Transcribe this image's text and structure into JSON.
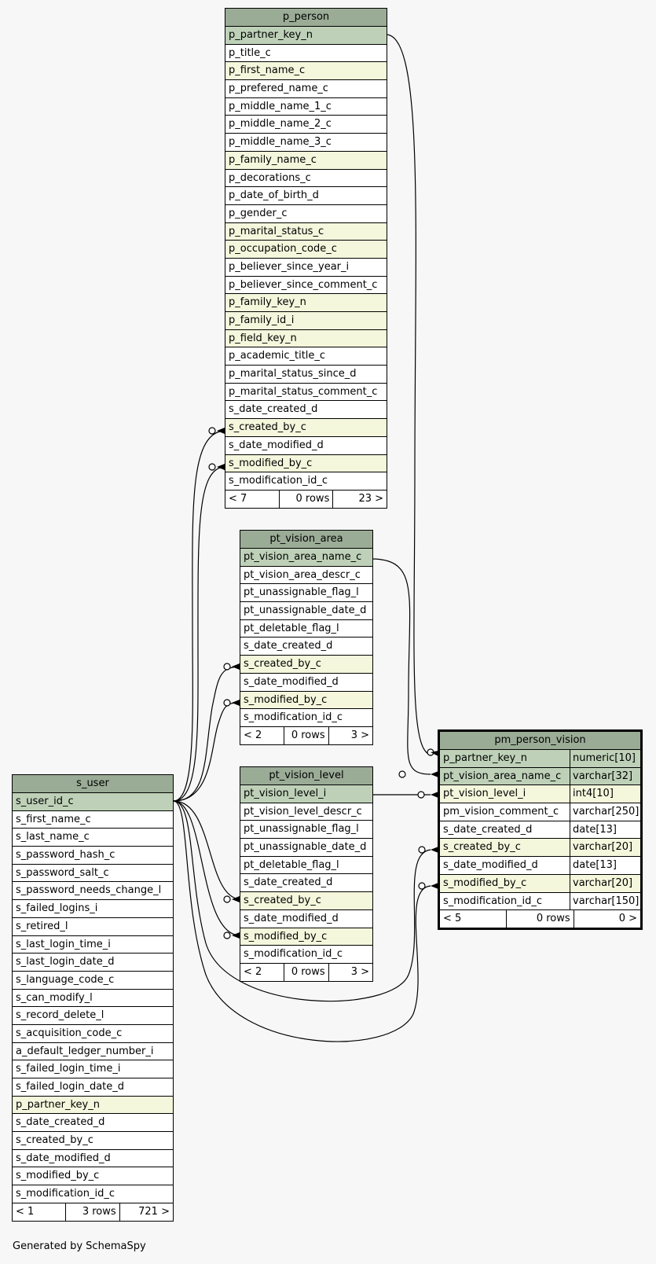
{
  "tables": {
    "p_person": {
      "name": "p_person",
      "columns": [
        {
          "name": "p_partner_key_n",
          "kind": "pk"
        },
        {
          "name": "p_title_c",
          "kind": ""
        },
        {
          "name": "p_first_name_c",
          "kind": "fk"
        },
        {
          "name": "p_prefered_name_c",
          "kind": ""
        },
        {
          "name": "p_middle_name_1_c",
          "kind": ""
        },
        {
          "name": "p_middle_name_2_c",
          "kind": ""
        },
        {
          "name": "p_middle_name_3_c",
          "kind": ""
        },
        {
          "name": "p_family_name_c",
          "kind": "fk"
        },
        {
          "name": "p_decorations_c",
          "kind": ""
        },
        {
          "name": "p_date_of_birth_d",
          "kind": ""
        },
        {
          "name": "p_gender_c",
          "kind": ""
        },
        {
          "name": "p_marital_status_c",
          "kind": "fk"
        },
        {
          "name": "p_occupation_code_c",
          "kind": "fk"
        },
        {
          "name": "p_believer_since_year_i",
          "kind": ""
        },
        {
          "name": "p_believer_since_comment_c",
          "kind": ""
        },
        {
          "name": "p_family_key_n",
          "kind": "fk"
        },
        {
          "name": "p_family_id_i",
          "kind": "fk"
        },
        {
          "name": "p_field_key_n",
          "kind": "fk"
        },
        {
          "name": "p_academic_title_c",
          "kind": ""
        },
        {
          "name": "p_marital_status_since_d",
          "kind": ""
        },
        {
          "name": "p_marital_status_comment_c",
          "kind": ""
        },
        {
          "name": "s_date_created_d",
          "kind": ""
        },
        {
          "name": "s_created_by_c",
          "kind": "fk"
        },
        {
          "name": "s_date_modified_d",
          "kind": ""
        },
        {
          "name": "s_modified_by_c",
          "kind": "fk"
        },
        {
          "name": "s_modification_id_c",
          "kind": ""
        }
      ],
      "footer": {
        "parents": "< 7",
        "rows": "0 rows",
        "children": "23 >"
      }
    },
    "pt_vision_area": {
      "name": "pt_vision_area",
      "columns": [
        {
          "name": "pt_vision_area_name_c",
          "kind": "pk"
        },
        {
          "name": "pt_vision_area_descr_c",
          "kind": ""
        },
        {
          "name": "pt_unassignable_flag_l",
          "kind": ""
        },
        {
          "name": "pt_unassignable_date_d",
          "kind": ""
        },
        {
          "name": "pt_deletable_flag_l",
          "kind": ""
        },
        {
          "name": "s_date_created_d",
          "kind": ""
        },
        {
          "name": "s_created_by_c",
          "kind": "fk"
        },
        {
          "name": "s_date_modified_d",
          "kind": ""
        },
        {
          "name": "s_modified_by_c",
          "kind": "fk"
        },
        {
          "name": "s_modification_id_c",
          "kind": ""
        }
      ],
      "footer": {
        "parents": "< 2",
        "rows": "0 rows",
        "children": "3 >"
      }
    },
    "pt_vision_level": {
      "name": "pt_vision_level",
      "columns": [
        {
          "name": "pt_vision_level_i",
          "kind": "pk"
        },
        {
          "name": "pt_vision_level_descr_c",
          "kind": ""
        },
        {
          "name": "pt_unassignable_flag_l",
          "kind": ""
        },
        {
          "name": "pt_unassignable_date_d",
          "kind": ""
        },
        {
          "name": "pt_deletable_flag_l",
          "kind": ""
        },
        {
          "name": "s_date_created_d",
          "kind": ""
        },
        {
          "name": "s_created_by_c",
          "kind": "fk"
        },
        {
          "name": "s_date_modified_d",
          "kind": ""
        },
        {
          "name": "s_modified_by_c",
          "kind": "fk"
        },
        {
          "name": "s_modification_id_c",
          "kind": ""
        }
      ],
      "footer": {
        "parents": "< 2",
        "rows": "0 rows",
        "children": "3 >"
      }
    },
    "s_user": {
      "name": "s_user",
      "columns": [
        {
          "name": "s_user_id_c",
          "kind": "pk"
        },
        {
          "name": "s_first_name_c",
          "kind": ""
        },
        {
          "name": "s_last_name_c",
          "kind": ""
        },
        {
          "name": "s_password_hash_c",
          "kind": ""
        },
        {
          "name": "s_password_salt_c",
          "kind": ""
        },
        {
          "name": "s_password_needs_change_l",
          "kind": ""
        },
        {
          "name": "s_failed_logins_i",
          "kind": ""
        },
        {
          "name": "s_retired_l",
          "kind": ""
        },
        {
          "name": "s_last_login_time_i",
          "kind": ""
        },
        {
          "name": "s_last_login_date_d",
          "kind": ""
        },
        {
          "name": "s_language_code_c",
          "kind": ""
        },
        {
          "name": "s_can_modify_l",
          "kind": ""
        },
        {
          "name": "s_record_delete_l",
          "kind": ""
        },
        {
          "name": "s_acquisition_code_c",
          "kind": ""
        },
        {
          "name": "a_default_ledger_number_i",
          "kind": ""
        },
        {
          "name": "s_failed_login_time_i",
          "kind": ""
        },
        {
          "name": "s_failed_login_date_d",
          "kind": ""
        },
        {
          "name": "p_partner_key_n",
          "kind": "fk"
        },
        {
          "name": "s_date_created_d",
          "kind": ""
        },
        {
          "name": "s_created_by_c",
          "kind": ""
        },
        {
          "name": "s_date_modified_d",
          "kind": ""
        },
        {
          "name": "s_modified_by_c",
          "kind": ""
        },
        {
          "name": "s_modification_id_c",
          "kind": ""
        }
      ],
      "footer": {
        "parents": "< 1",
        "rows": "3 rows",
        "children": "721 >"
      }
    },
    "pm_person_vision": {
      "name": "pm_person_vision",
      "columns": [
        {
          "name": "p_partner_key_n",
          "type": "numeric[10]",
          "kind": "pk"
        },
        {
          "name": "pt_vision_area_name_c",
          "type": "varchar[32]",
          "kind": "pk"
        },
        {
          "name": "pt_vision_level_i",
          "type": "int4[10]",
          "kind": "fk"
        },
        {
          "name": "pm_vision_comment_c",
          "type": "varchar[250]",
          "kind": ""
        },
        {
          "name": "s_date_created_d",
          "type": "date[13]",
          "kind": ""
        },
        {
          "name": "s_created_by_c",
          "type": "varchar[20]",
          "kind": "fk"
        },
        {
          "name": "s_date_modified_d",
          "type": "date[13]",
          "kind": ""
        },
        {
          "name": "s_modified_by_c",
          "type": "varchar[20]",
          "kind": "fk"
        },
        {
          "name": "s_modification_id_c",
          "type": "varchar[150]",
          "kind": ""
        }
      ],
      "footer": {
        "parents": "< 5",
        "rows": "0 rows",
        "children": "0 >"
      }
    }
  },
  "footer_text": "Generated by SchemaSpy",
  "colors": {
    "header": "#9aab96",
    "pk": "#bed1b8",
    "fk": "#f4f7dc",
    "background": "#f7f7f7"
  }
}
